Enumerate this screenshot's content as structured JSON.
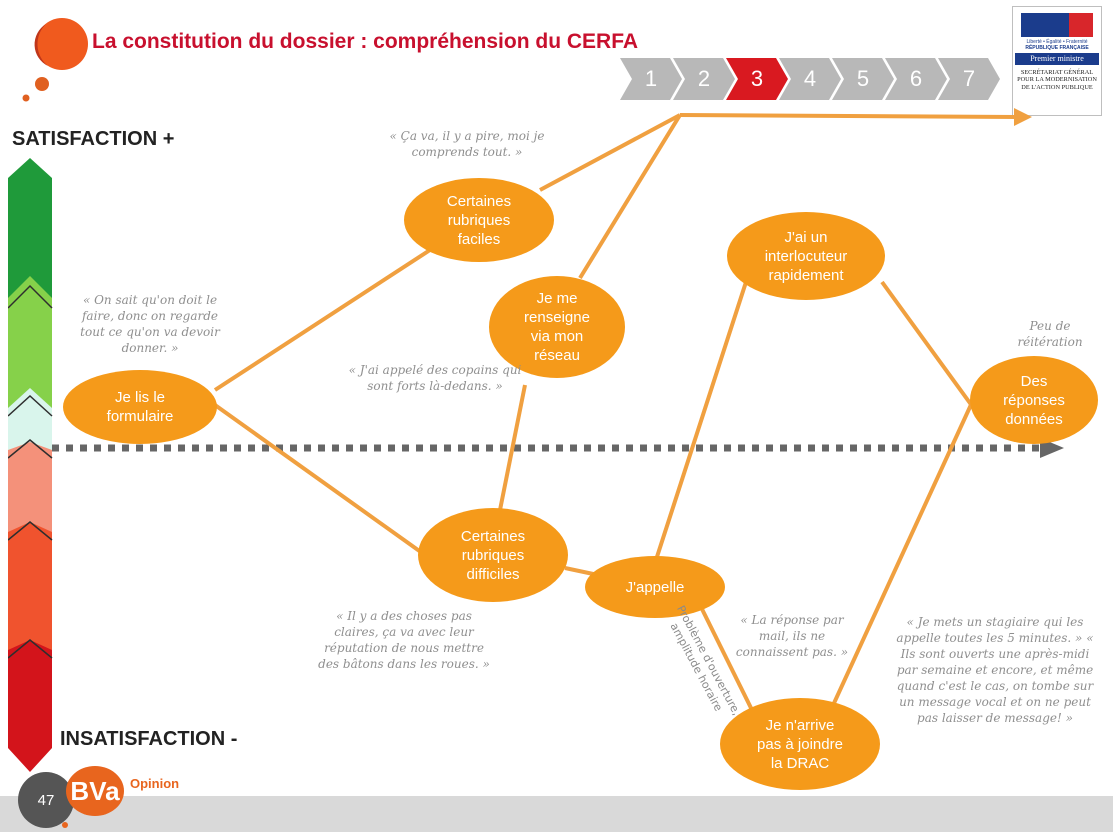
{
  "header": {
    "title": "La constitution du dossier : compréhension du CERFA",
    "steps": [
      "1",
      "2",
      "3",
      "4",
      "5",
      "6",
      "7"
    ],
    "active_step": "3"
  },
  "logo_gov": {
    "motto": "Liberté • Égalité • Fraternité",
    "republic": "RÉPUBLIQUE FRANÇAISE",
    "minister": "Premier ministre",
    "secretariat": "SECRÉTARIAT GÉNÉRAL POUR LA MODERNISATION DE L'ACTION PUBLIQUE"
  },
  "scale": {
    "top_label": "SATISFACTION +",
    "bottom_label": "INSATISFACTION -"
  },
  "nodes": {
    "lis_formulaire": "Je lis le formulaire",
    "faciles": "Certaines rubriques faciles",
    "difficiles": "Certaines rubriques difficiles",
    "renseigne": "Je me renseigne via mon réseau",
    "appelle": "J'appelle",
    "interlocuteur": "J'ai un interlocuteur rapidement",
    "reponses": "Des réponses données",
    "arrive_pas": "Je n'arrive pas à joindre la DRAC"
  },
  "quotes": {
    "ca_va": "« Ça va, il y a pire, moi je comprends tout. »",
    "on_sait": "« On sait qu'on doit le faire, donc on regarde tout ce qu'on va devoir donner. »",
    "copains": "« J'ai appelé des copains qui sont forts là-dedans. »",
    "choses_pas_claires": "« Il y a des choses pas claires, ça va avec leur réputation de nous mettre des bâtons dans les roues. »",
    "reponse_mail": "« La réponse par mail, ils ne connaissent pas. »",
    "peu_reiteration": "Peu de réitération",
    "stagiaire": "« Je mets un stagiaire qui les appelle toutes les 5 minutes. » « Ils sont ouverts une après-midi par semaine et encore, et même quand c'est le cas, on tombe sur un message vocal et on ne peut pas laisser de message! »"
  },
  "edge_label": {
    "line1": "Problème d'ouverture,",
    "line2": "amplitude horaire"
  },
  "footer": {
    "page_number": "47",
    "brand": "BVa",
    "brand_sub": "Opinion"
  },
  "colors": {
    "accent_red": "#c8102e",
    "node_orange": "#f59a1a",
    "line_orange": "#f0a040",
    "axis_gray": "#666666",
    "step_gray": "#b8b8b8"
  }
}
